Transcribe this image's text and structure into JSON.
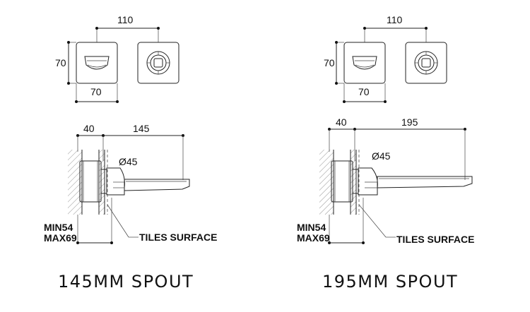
{
  "drawings": [
    {
      "name": "145mm",
      "caption": "145MM SPOUT",
      "dims": {
        "plate_spacing": "110",
        "plate_height": "70",
        "plate_width": "70",
        "wall_depth": "40",
        "spout_length": "145",
        "diameter": "Ø45",
        "min_depth": "MIN54",
        "max_depth": "MAX69",
        "tiles": "TILES SURFACE"
      }
    },
    {
      "name": "195mm",
      "caption": "195MM SPOUT",
      "dims": {
        "plate_spacing": "110",
        "plate_height": "70",
        "plate_width": "70",
        "wall_depth": "40",
        "spout_length": "195",
        "diameter": "Ø45",
        "min_depth": "MIN54",
        "max_depth": "MAX69",
        "tiles": "TILES SURFACE"
      }
    }
  ]
}
